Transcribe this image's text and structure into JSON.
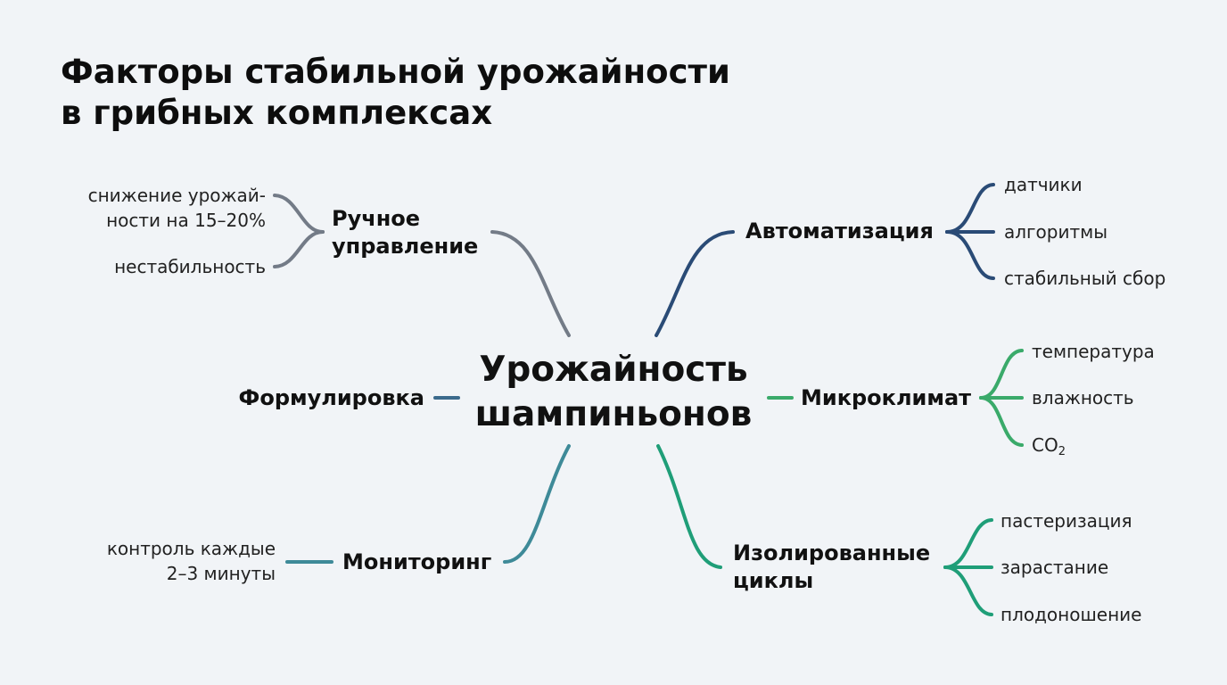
{
  "title": {
    "line1": "Факторы стабильной урожайности",
    "line2": "в грибных комплексах"
  },
  "center": {
    "line1": "Урожайность",
    "line2": "шампиньонов"
  },
  "branches": {
    "manual": {
      "line1": "Ручное",
      "line2": "управление",
      "leaves": [
        "снижение урожай-",
        "ности на 15–20%",
        "нестабильность"
      ]
    },
    "automation": {
      "label": "Автоматизация",
      "leaves": [
        "датчики",
        "алгоритмы",
        "стабильный сбор"
      ]
    },
    "formulation": {
      "label": "Формулировка"
    },
    "microclimate": {
      "label": "Микроклимат",
      "leaves": [
        "температура",
        "влажность",
        "CO",
        "2"
      ]
    },
    "monitoring": {
      "label": "Мониторинг",
      "leaves": [
        "контроль каждые",
        "2–3 минуты"
      ]
    },
    "cycles": {
      "line1": "Изолированные",
      "line2": "циклы",
      "leaves": [
        "пастеризация",
        "зарастание",
        "плодоношение"
      ]
    }
  },
  "colors": {
    "manual": "#737b87",
    "automation": "#2a4b76",
    "formulation": "#3b6a8c",
    "microclimate": "#3aaa6a",
    "monitoring": "#3e8a98",
    "cycles": "#1f9e78",
    "background": "#f1f4f7"
  }
}
